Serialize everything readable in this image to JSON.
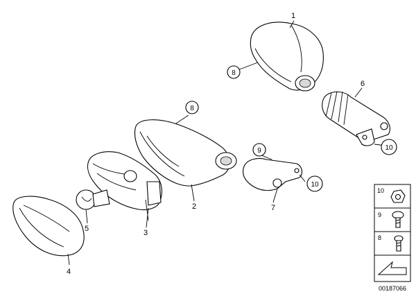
{
  "diagram": {
    "callouts": [
      {
        "id": "label-1",
        "text": "1"
      },
      {
        "id": "label-2",
        "text": "2"
      },
      {
        "id": "label-3",
        "text": "3"
      },
      {
        "id": "label-4",
        "text": "4"
      },
      {
        "id": "label-5",
        "text": "5"
      },
      {
        "id": "label-6",
        "text": "6"
      },
      {
        "id": "label-7",
        "text": "7"
      }
    ],
    "circled": [
      {
        "id": "circle-8-a",
        "text": "8"
      },
      {
        "id": "circle-8-b",
        "text": "8"
      },
      {
        "id": "circle-9",
        "text": "9"
      },
      {
        "id": "circle-10-a",
        "text": "10"
      },
      {
        "id": "circle-10-b",
        "text": "10"
      }
    ],
    "legend": [
      {
        "text": "10"
      },
      {
        "text": "9"
      },
      {
        "text": "8"
      }
    ],
    "reference_number": "00187066"
  },
  "colors": {
    "line": "#000000",
    "shade": "#d9d9d9",
    "background": "#ffffff"
  }
}
